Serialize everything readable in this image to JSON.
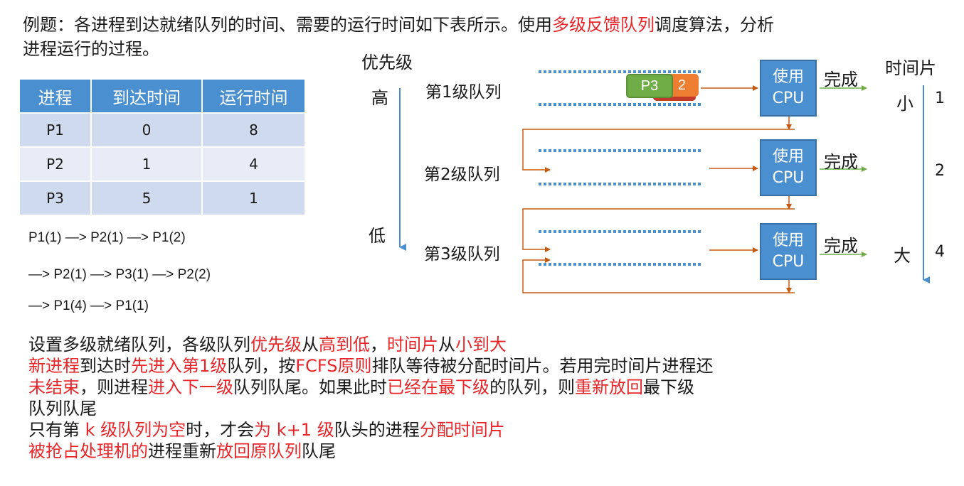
{
  "title": {
    "seg1": "例题：各进程到达就绪队列的时间、需要的运行时间如下表所示。使用",
    "seg2": "多级反馈队列",
    "seg3": "调度算法，分析",
    "line2": "进程运行的过程。"
  },
  "table": {
    "headers": [
      "进程",
      "到达时间",
      "运行时间"
    ],
    "rows": [
      [
        "P1",
        "0",
        "8"
      ],
      [
        "P2",
        "1",
        "4"
      ],
      [
        "P3",
        "5",
        "1"
      ]
    ]
  },
  "sequence": [
    "P1(1) —> P2(1) —> P1(2)",
    "—> P2(1) —> P3(1) —> P2(2)",
    "—> P1(4) —> P1(1)"
  ],
  "diagram": {
    "priority_label": "优先级",
    "high": "高",
    "low": "低",
    "timeslice_label": "时间片",
    "small": "小",
    "large": "大",
    "queues": [
      {
        "label": "第1级队列",
        "slice": "1"
      },
      {
        "label": "第2级队列",
        "slice": "2"
      },
      {
        "label": "第3级队列",
        "slice": "4"
      }
    ],
    "cpu_line1": "使用",
    "cpu_line2": "CPU",
    "done": "完成",
    "proc_p3": "P3",
    "proc_2": "2",
    "colors": {
      "blue": "#4a8fd0",
      "arrow": "#c55a11",
      "green": "#70ad47",
      "orange": "#ed7d31",
      "red": "#e8262a"
    }
  },
  "bullets": {
    "l1": {
      "a": "设置多级就绪队列，各级队列",
      "b": "优先级",
      "c": "从",
      "d": "高到低",
      "e": "，",
      "f": "时间片",
      "g": "从",
      "h": "小到大"
    },
    "l2": {
      "a": "新进程",
      "b": "到达时",
      "c": "先进入第1级",
      "d": "队列，按",
      "e": "FCFS原则",
      "f": "排队等待被分配时间片。若用完时间片进程还"
    },
    "l3": {
      "a": "未结束",
      "b": "，则进程",
      "c": "进入下一级",
      "d": "队列队尾。如果此时",
      "e": "已经在最下级",
      "f": "的队列，则",
      "g": "重新放回",
      "h": "最下级"
    },
    "l4": {
      "a": "队列队尾"
    },
    "l5": {
      "a": "只有第 ",
      "b": "k 级队列为空",
      "c": "时，才会",
      "d": "为 k+1 级",
      "e": "队头的进程",
      "f": "分配时间片"
    },
    "l6": {
      "a": "被抢占处理机的",
      "b": "进程重新",
      "c": "放回原队列",
      "d": "队尾"
    }
  }
}
